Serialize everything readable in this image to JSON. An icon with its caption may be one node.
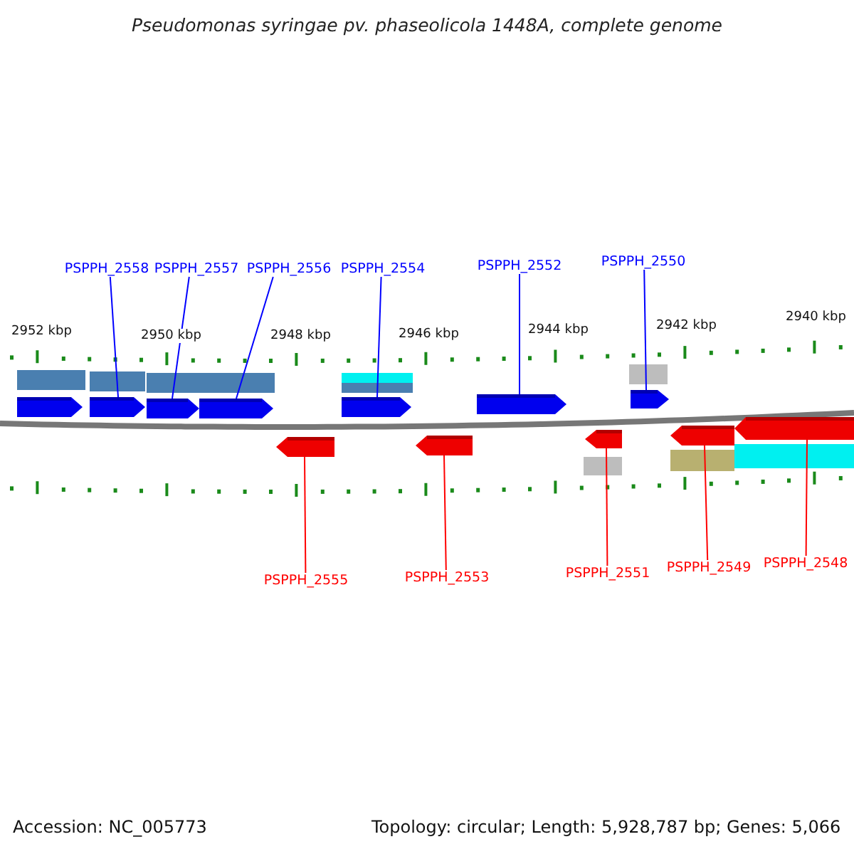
{
  "diagram": {
    "title": "Pseudomonas syringae pv. phaseolicola 1448A, complete genome",
    "nodes": [
      {
        "text": [
          "PSPPH_2558"
        ]
      },
      {
        "text": [
          "PSPPH_2557"
        ]
      },
      {
        "text": [
          "PSPPH_2556"
        ]
      },
      {
        "text": [
          "PSPPH_2554"
        ]
      },
      {
        "text": [
          "PSPPH_2552"
        ]
      },
      {
        "text": [
          "PSPPH_2550"
        ]
      },
      {
        "text": [
          "PSPPH_2555"
        ]
      },
      {
        "text": [
          "PSPPH_2553"
        ]
      },
      {
        "text": [
          "PSPPH_2551"
        ]
      },
      {
        "text": [
          "PSPPH_2549"
        ]
      },
      {
        "text": [
          "PSPPH_2548"
        ]
      },
      {
        "text": [],
        "shape": "bar"
      },
      {
        "text": [],
        "shape": "bar"
      },
      {
        "text": [],
        "shape": "bar"
      },
      {
        "text": [],
        "shape": "bar"
      },
      {
        "text": [],
        "shape": "bar"
      },
      {
        "text": [],
        "shape": "bar"
      },
      {
        "text": [],
        "shape": "bar"
      },
      {
        "text": [],
        "shape": "bar"
      },
      {
        "text": [],
        "shape": "bar"
      },
      {
        "text": [],
        "shape": "bar"
      },
      {
        "text": [],
        "shape": "bar"
      },
      {
        "text": [],
        "shape": "bar"
      }
    ],
    "edges": [
      {
        "from": 0,
        "to": 12,
        "arrow": "none"
      },
      {
        "from": 1,
        "to": 13,
        "arrow": "none"
      },
      {
        "from": 2,
        "to": 14,
        "arrow": "none"
      },
      {
        "from": 3,
        "to": 15,
        "arrow": "none"
      },
      {
        "from": 4,
        "to": 16,
        "arrow": "none"
      },
      {
        "from": 5,
        "to": 17,
        "arrow": "none"
      },
      {
        "from": 6,
        "to": 18,
        "arrow": "none",
        "color": "#ff0000"
      },
      {
        "from": 7,
        "to": 19,
        "arrow": "none",
        "color": "#ff0000"
      },
      {
        "from": 8,
        "to": 20,
        "arrow": "none",
        "color": "#ff0000"
      },
      {
        "from": 9,
        "to": 21,
        "arrow": "none",
        "color": "#ff0000"
      },
      {
        "from": 10,
        "to": 22,
        "arrow": "none",
        "color": "#ff0000"
      }
    ],
    "labels": [
      "2952 kbp",
      "2950 kbp",
      "2948 kbp",
      "2946 kbp",
      "2944 kbp",
      "2942 kbp",
      "2940 kbp",
      "Accession: NC_005773",
      "Topology: circular; Length: 5,928,787 bp; Genes: 5,066"
    ]
  }
}
